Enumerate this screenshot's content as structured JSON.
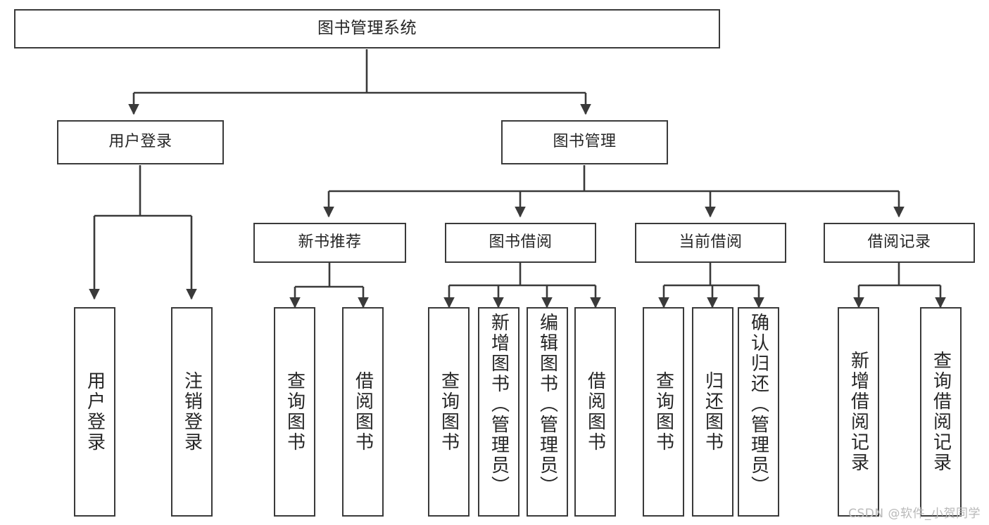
{
  "diagram": {
    "title": "图书管理系统",
    "type": "tree-hierarchy",
    "orientation": "top-down",
    "line_color": "#3a3a3a",
    "box_fill": "#ffffff",
    "text_color": "#262626",
    "root": {
      "label": "图书管理系统"
    },
    "level2": [
      {
        "label": "用户登录"
      },
      {
        "label": "图书管理"
      }
    ],
    "level3": [
      {
        "label": "新书推荐"
      },
      {
        "label": "图书借阅"
      },
      {
        "label": "当前借阅"
      },
      {
        "label": "借阅记录"
      }
    ],
    "leaves": {
      "user_login": [
        {
          "label": "用户登录"
        },
        {
          "label": "注销登录"
        }
      ],
      "new_book_recommend": [
        {
          "label": "查询图书"
        },
        {
          "label": "借阅图书"
        }
      ],
      "book_borrow": [
        {
          "label": "查询图书"
        },
        {
          "label": "新增图书（管理员）"
        },
        {
          "label": "编辑图书（管理员）"
        },
        {
          "label": "借阅图书"
        }
      ],
      "current_borrow": [
        {
          "label": "查询图书"
        },
        {
          "label": "归还图书"
        },
        {
          "label": "确认归还（管理员）"
        }
      ],
      "borrow_record": [
        {
          "label": "新增借阅记录"
        },
        {
          "label": "查询借阅记录"
        }
      ]
    }
  },
  "watermark": {
    "text": "CSDN @软件_小贺同学",
    "color": "#b9b9b9"
  }
}
